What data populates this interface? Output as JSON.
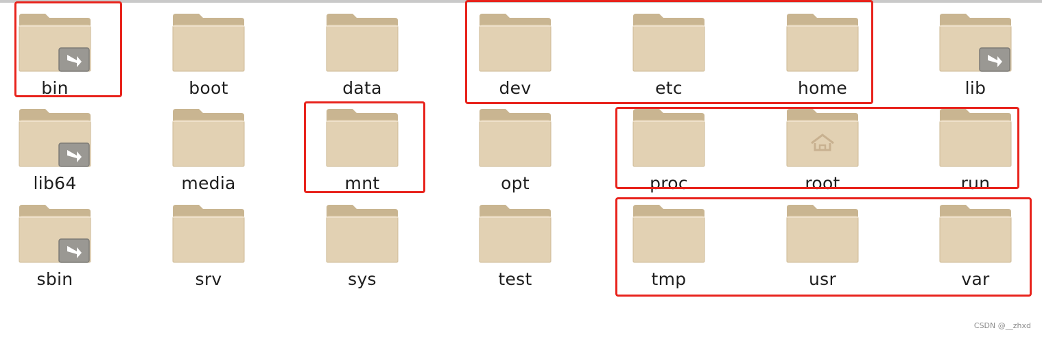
{
  "folders": [
    {
      "name": "bin",
      "icon": "symlink-folder-icon"
    },
    {
      "name": "boot",
      "icon": "folder-icon"
    },
    {
      "name": "data",
      "icon": "folder-icon"
    },
    {
      "name": "dev",
      "icon": "folder-icon"
    },
    {
      "name": "etc",
      "icon": "folder-icon"
    },
    {
      "name": "home",
      "icon": "folder-icon"
    },
    {
      "name": "lib",
      "icon": "symlink-folder-icon"
    },
    {
      "name": "lib64",
      "icon": "symlink-folder-icon"
    },
    {
      "name": "media",
      "icon": "folder-icon"
    },
    {
      "name": "mnt",
      "icon": "folder-icon"
    },
    {
      "name": "opt",
      "icon": "folder-icon"
    },
    {
      "name": "proc",
      "icon": "folder-icon"
    },
    {
      "name": "root",
      "icon": "home-folder-icon"
    },
    {
      "name": "run",
      "icon": "folder-icon"
    },
    {
      "name": "sbin",
      "icon": "symlink-folder-icon"
    },
    {
      "name": "srv",
      "icon": "folder-icon"
    },
    {
      "name": "sys",
      "icon": "folder-icon"
    },
    {
      "name": "test",
      "icon": "folder-icon"
    },
    {
      "name": "tmp",
      "icon": "folder-icon"
    },
    {
      "name": "usr",
      "icon": "folder-icon"
    },
    {
      "name": "var",
      "icon": "folder-icon"
    }
  ],
  "highlight_color": "#e8231c",
  "folder_color": "#e2d1b3",
  "watermark": "CSDN @__zhxd"
}
